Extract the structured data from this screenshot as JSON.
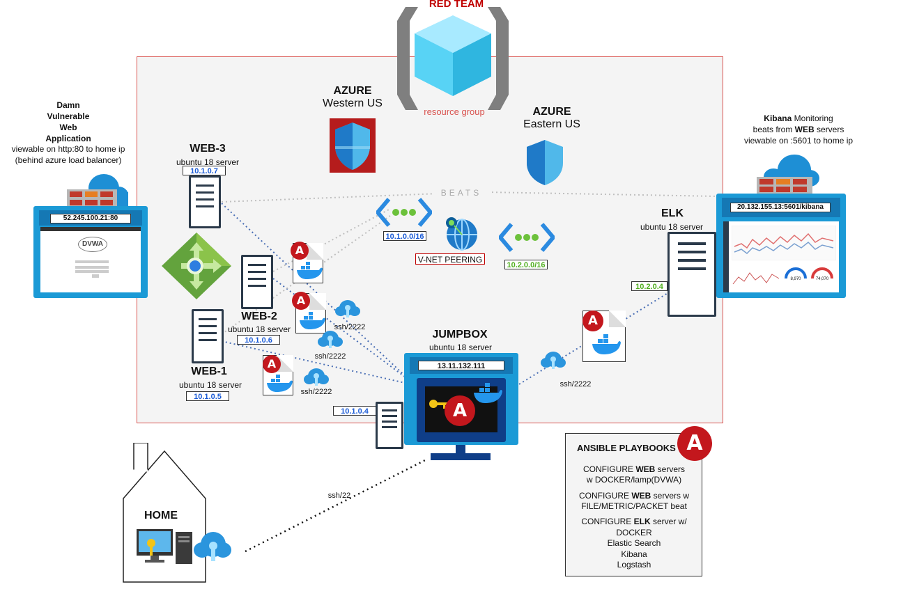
{
  "resource_group": {
    "title": "RED TEAM",
    "caption": "resource group"
  },
  "regions": [
    {
      "name": "AZURE",
      "sub": "Western US"
    },
    {
      "name": "AZURE",
      "sub": "Eastern US"
    }
  ],
  "dvwa": {
    "title_lines": [
      "Damn",
      "Vulnerable",
      "Web",
      "Application"
    ],
    "desc_lines": [
      "viewable on http:80 to home ip",
      "(behind azure load balancer)"
    ],
    "address": "52.245.100.21:80",
    "logo": "DVWA"
  },
  "kibana": {
    "line1_bold": "Kibana",
    "line1_rest": " Monitoring",
    "line2_pre": "beats from ",
    "line2_bold": "WEB",
    "line2_post": " servers",
    "line3": "viewable on :5601 to home ip",
    "address": "20.132.155.13:5601/kibana",
    "gauge1": "8,970",
    "gauge2": "74,070"
  },
  "servers": {
    "web3": {
      "name": "WEB-3",
      "os": "ubuntu 18 server",
      "ip": "10.1.0.7"
    },
    "web2": {
      "name": "WEB-2",
      "os": "ubuntu 18 server",
      "ip": "10.1.0.6"
    },
    "web1": {
      "name": "WEB-1",
      "os": "ubuntu 18 server",
      "ip": "10.1.0.5"
    },
    "elk": {
      "name": "ELK",
      "os": "ubuntu 18 server",
      "ip": "10.2.0.4"
    },
    "jumpbox": {
      "name": "JUMPBOX",
      "os": "ubuntu 18 server",
      "public_ip": "13.11.132.111",
      "private_ip": "10.1.0.4"
    }
  },
  "network": {
    "beats": "BEATS",
    "vnet1": "10.1.0.0/16",
    "vnet2": "10.2.0.0/16",
    "peering": "V-NET PEERING"
  },
  "ssh": {
    "web3": "ssh/2222",
    "web2": "ssh/2222",
    "web1": "ssh/2222",
    "elk": "ssh/2222",
    "home": "ssh/22"
  },
  "home": {
    "label": "HOME"
  },
  "playbooks": {
    "title": "ANSIBLE PLAYBOOKS",
    "p1_pre": "CONFIGURE ",
    "p1_bold": "WEB",
    "p1_post": " servers",
    "p1_line2": "w DOCKER/lamp(DVWA)",
    "p2_pre": "CONFIGURE ",
    "p2_bold": "WEB",
    "p2_post": " servers w",
    "p2_line2": "FILE/METRIC/PACKET beat",
    "p3_pre": "CONFIGURE ",
    "p3_bold": "ELK",
    "p3_post": " server w/",
    "p3_lines": [
      "DOCKER",
      "Elastic Search",
      "Kibana",
      "Logstash"
    ]
  },
  "colors": {
    "resource_border": "#d9534f",
    "red_team": "#c00000",
    "ansible": "#c3171d",
    "azure_blue": "#0078d4",
    "ip_blue": "#1b5bd6",
    "ip_green": "#4fae1e"
  }
}
